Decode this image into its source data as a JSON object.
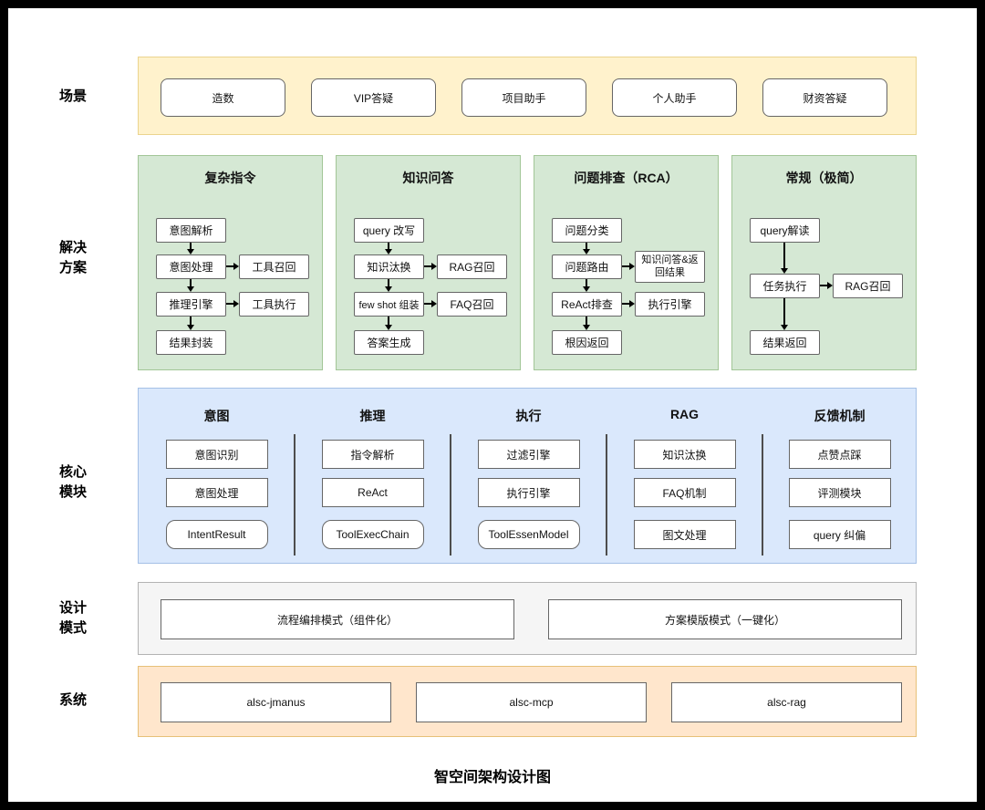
{
  "title": "智空间架构设计图",
  "colors": {
    "scenes_band_fill": "#FFF2CC",
    "solutions_panel_fill": "#D5E8D4",
    "core_band_fill": "#DAE8FC",
    "design_band_fill": "#F5F5F5",
    "systems_band_fill": "#FFE6CC",
    "box_border": "#666666"
  },
  "scenes": {
    "label": "场景",
    "items": [
      "造数",
      "VIP答疑",
      "项目助手",
      "个人助手",
      "财资答疑"
    ]
  },
  "solutions": {
    "label_line1": "解决",
    "label_line2": "方案",
    "panels": [
      {
        "title": "复杂指令",
        "steps": [
          "意图解析",
          "意图处理",
          "推理引擎",
          "结果封装"
        ],
        "sides": [
          {
            "from": "意图处理",
            "label": "工具召回"
          },
          {
            "from": "推理引擎",
            "label": "工具执行"
          }
        ]
      },
      {
        "title": "知识问答",
        "steps": [
          "query 改写",
          "知识汰换",
          "few shot 组装",
          "答案生成"
        ],
        "sides": [
          {
            "from": "知识汰换",
            "label": "RAG召回"
          },
          {
            "from": "few shot 组装",
            "label": "FAQ召回"
          }
        ]
      },
      {
        "title": "问题排查（RCA）",
        "steps": [
          "问题分类",
          "问题路由",
          "ReAct排查",
          "根因返回"
        ],
        "sides": [
          {
            "from": "问题路由",
            "label": "知识问答&返回结果"
          },
          {
            "from": "ReAct排查",
            "label": "执行引擎"
          }
        ]
      },
      {
        "title": "常规（极简）",
        "steps": [
          "query解读",
          "任务执行",
          "结果返回"
        ],
        "sides": [
          {
            "from": "任务执行",
            "label": "RAG召回"
          }
        ]
      }
    ]
  },
  "core_modules": {
    "label_line1": "核心",
    "label_line2": "模块",
    "columns": [
      {
        "header": "意图",
        "items": [
          "意图识别",
          "意图处理",
          "IntentResult"
        ]
      },
      {
        "header": "推理",
        "items": [
          "指令解析",
          "ReAct",
          "ToolExecChain"
        ]
      },
      {
        "header": "执行",
        "items": [
          "过滤引擎",
          "执行引擎",
          "ToolEssenModel"
        ]
      },
      {
        "header": "RAG",
        "items": [
          "知识汰换",
          "FAQ机制",
          "图文处理"
        ]
      },
      {
        "header": "反馈机制",
        "items": [
          "点赞点踩",
          "评测模块",
          "query 纠偏"
        ]
      }
    ]
  },
  "design_patterns": {
    "label_line1": "设计",
    "label_line2": "模式",
    "items": [
      "流程编排模式（组件化）",
      "方案模版模式（一键化）"
    ]
  },
  "systems": {
    "label": "系统",
    "items": [
      "alsc-jmanus",
      "alsc-mcp",
      "alsc-rag"
    ]
  }
}
